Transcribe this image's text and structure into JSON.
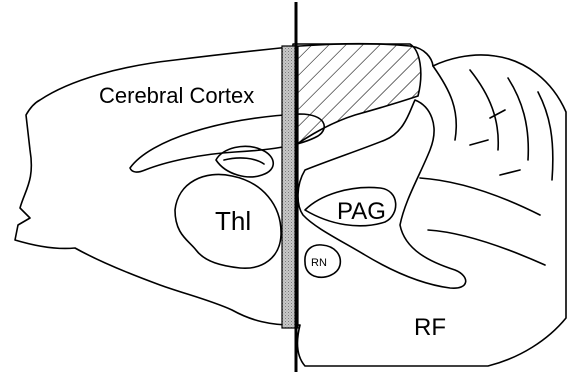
{
  "labels": {
    "cortex": "Cerebral Cortex",
    "thalamus": "Thl",
    "pag": "PAG",
    "red_nucleus": "RN",
    "reticular_formation": "RF"
  },
  "colors": {
    "outline": "#000000",
    "band_fill": "#bdbdbd",
    "hatch": "#000000",
    "background": "#ffffff"
  }
}
